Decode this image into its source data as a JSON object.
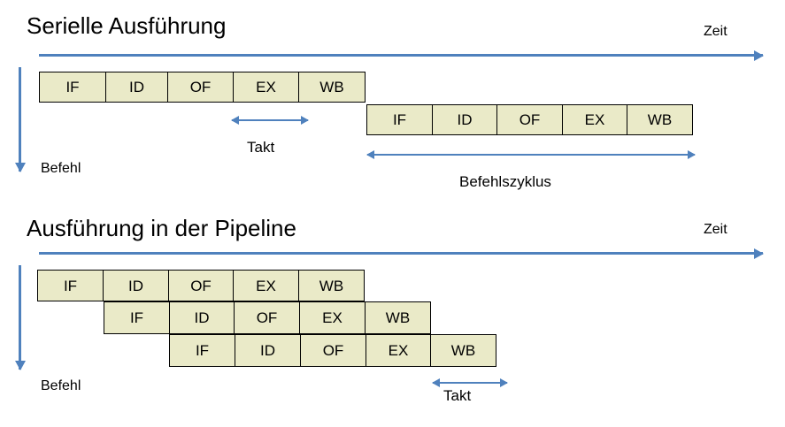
{
  "slide": {
    "background": "#ffffff",
    "accent_color": "#4f81bd",
    "box_fill": "#eaeac8",
    "box_border": "#000000"
  },
  "sections": [
    {
      "id": "serial",
      "title": "Serielle Ausführung",
      "time_axis_label": "Zeit",
      "instruction_axis_label": "Befehl",
      "rows": [
        {
          "stages": [
            "IF",
            "ID",
            "OF",
            "EX",
            "WB"
          ]
        },
        {
          "stages": [
            "IF",
            "ID",
            "OF",
            "EX",
            "WB"
          ]
        }
      ],
      "annotations": [
        {
          "name": "takt",
          "label": "Takt"
        },
        {
          "name": "befehlszyklus",
          "label": "Befehlszyklus"
        }
      ]
    },
    {
      "id": "pipeline",
      "title": "Ausführung in der Pipeline",
      "time_axis_label": "Zeit",
      "instruction_axis_label": "Befehl",
      "rows": [
        {
          "stages": [
            "IF",
            "ID",
            "OF",
            "EX",
            "WB"
          ]
        },
        {
          "stages": [
            "IF",
            "ID",
            "OF",
            "EX",
            "WB"
          ]
        },
        {
          "stages": [
            "IF",
            "ID",
            "OF",
            "EX",
            "WB"
          ]
        }
      ],
      "annotations": [
        {
          "name": "takt",
          "label": "Takt"
        }
      ]
    }
  ]
}
